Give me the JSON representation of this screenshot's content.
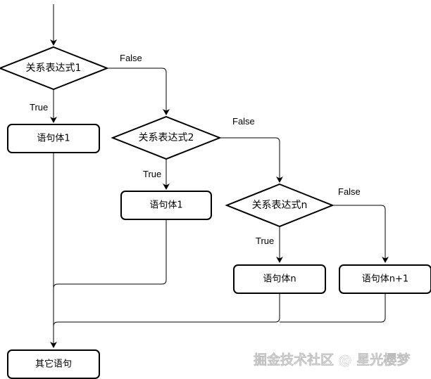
{
  "nodes": {
    "cond1": "关系表达式1",
    "cond2": "关系表达式2",
    "condn": "关系表达式n",
    "body1a": "语句体1",
    "body1b": "语句体1",
    "bodyn": "语句体n",
    "bodyn1": "语句体n+1",
    "other": "其它语句"
  },
  "edges": {
    "false1": "False",
    "true1": "True",
    "false2": "False",
    "true2": "True",
    "falsen": "False",
    "truen": "True"
  },
  "watermark": "掘金技术社区 @ 星光樱梦"
}
